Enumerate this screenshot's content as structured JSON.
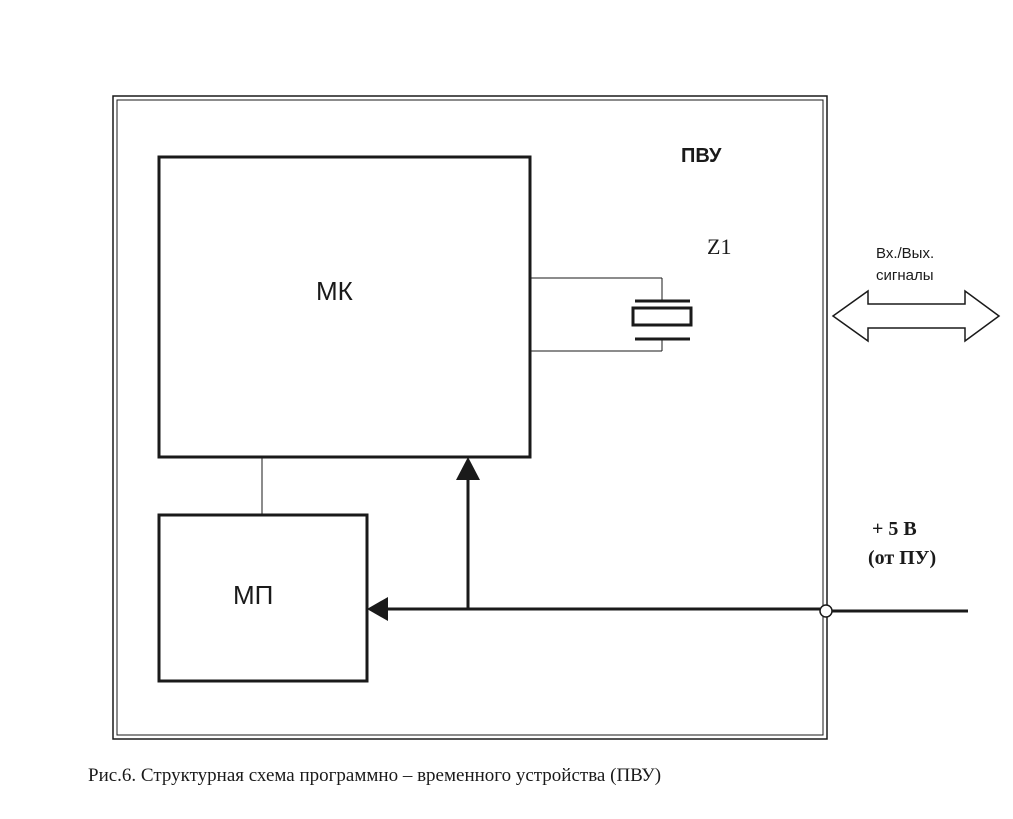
{
  "diagram": {
    "device_label": "ПВУ",
    "mk_label": "МК",
    "mp_label": "МП",
    "crystal_label": "Z1",
    "io_label_line1": "Вх./Вых.",
    "io_label_line2": "сигналы",
    "power_label_line1": "+ 5 В",
    "power_label_line2": "(от ПУ)",
    "caption": "Рис.6. Структурная схема программно – временного устройства (ПВУ)"
  },
  "colors": {
    "ink": "#1a1a1a",
    "background": "#ffffff"
  }
}
